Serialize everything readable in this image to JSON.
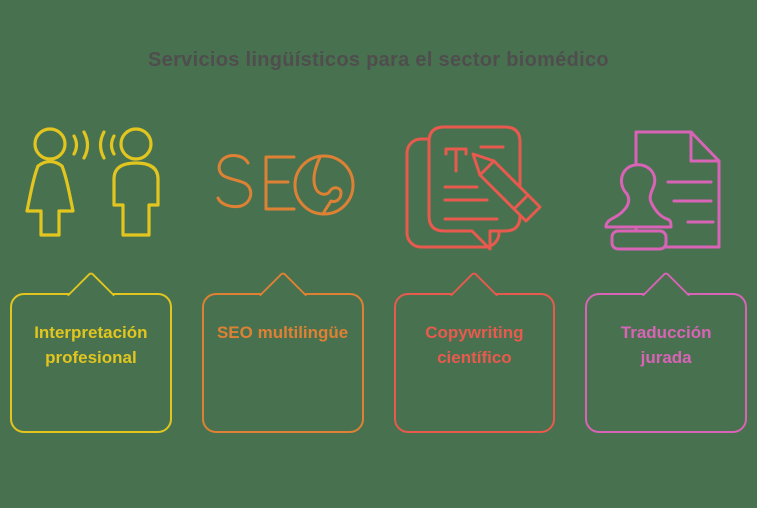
{
  "title": "Servicios lingüísticos para el sector biomédico",
  "colors": {
    "background": "#48724f",
    "title_text": "#4f4d4e",
    "yellow": "#e2c51f",
    "orange": "#de8134",
    "coral": "#e8594e",
    "pink": "#d963b6"
  },
  "services": [
    {
      "name": "interpretacion-profesional",
      "label": "Interpretación profesional",
      "color": "#e2c51f",
      "icon": "people-conversation-icon"
    },
    {
      "name": "seo-multilingue",
      "label": "SEO multilingüe",
      "color": "#de8134",
      "icon": "seo-globe-icon"
    },
    {
      "name": "copywriting-cientifico",
      "label": "Copywriting científico",
      "color": "#e8594e",
      "icon": "document-pencil-icon"
    },
    {
      "name": "traduccion-jurada",
      "label": "Traducción jurada",
      "color": "#d963b6",
      "icon": "stamp-document-icon"
    }
  ]
}
